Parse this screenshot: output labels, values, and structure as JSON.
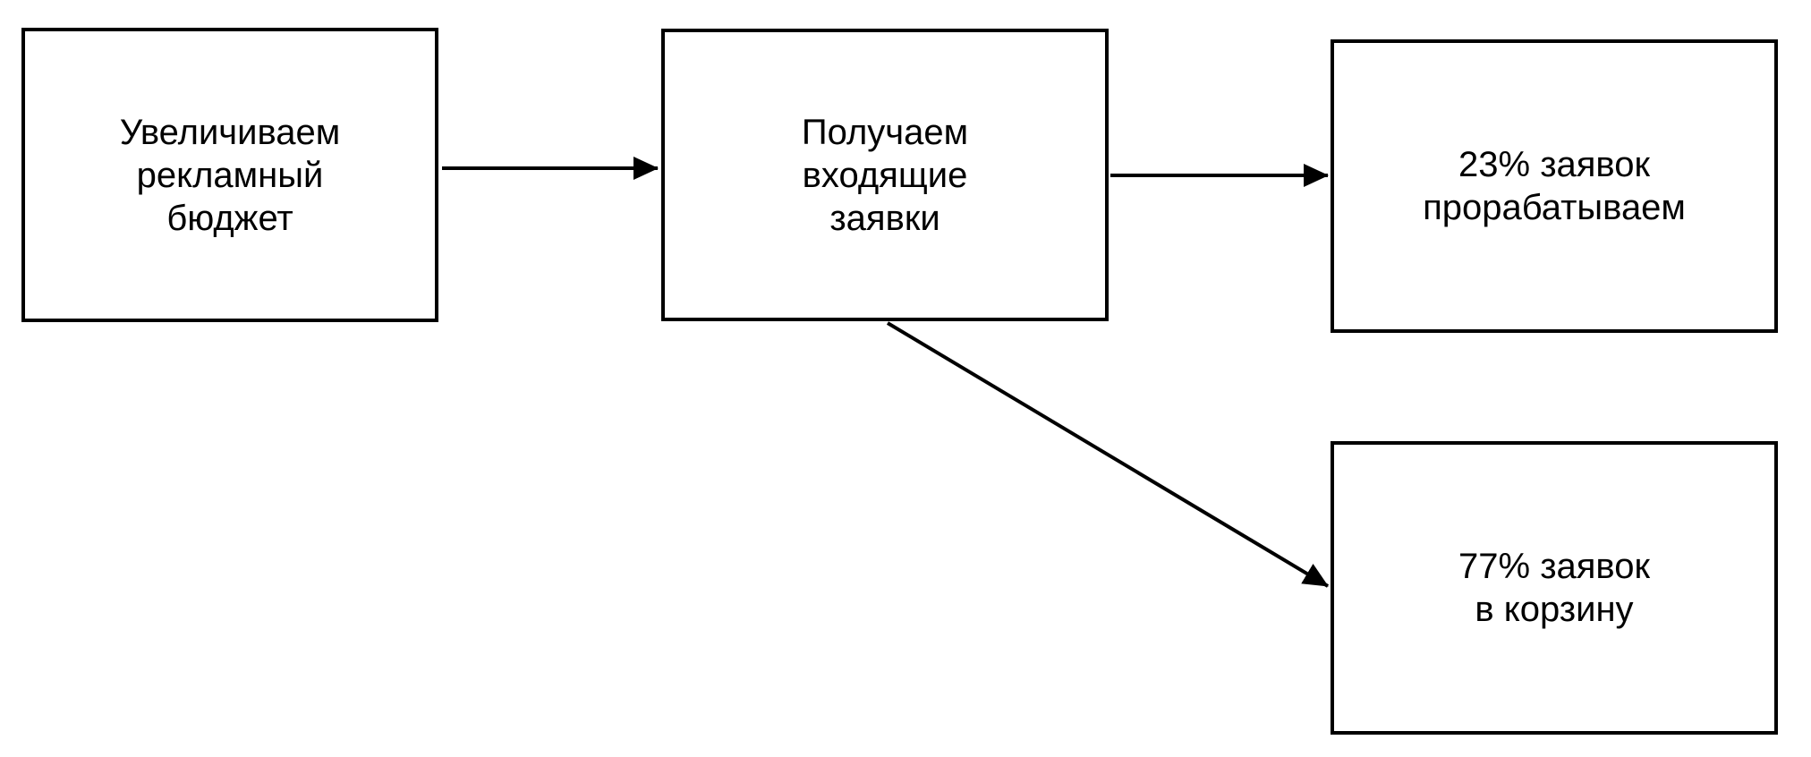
{
  "diagram": {
    "type": "flowchart",
    "background": "#ffffff",
    "colors": {
      "box_border": "#000000",
      "box_fill": "#ffffff",
      "text": "#000000",
      "arrow": "#000000"
    },
    "nodes": [
      {
        "id": "increase-ad-budget",
        "label": "Увеличиваем рекламный бюджет",
        "lines": [
          "Увеличиваем",
          "рекламный",
          "бюджет"
        ]
      },
      {
        "id": "receive-incoming-leads",
        "label": "Получаем входящие заявки",
        "lines": [
          "Получаем",
          "входящие",
          "заявки"
        ]
      },
      {
        "id": "leads-processed",
        "label": "23% заявок прорабатываем",
        "lines": [
          "23% заявок",
          "прорабатываем"
        ]
      },
      {
        "id": "leads-trashed",
        "label": "77% заявок в корзину",
        "lines": [
          "77% заявок",
          "в корзину"
        ]
      }
    ],
    "edges": [
      {
        "from": "increase-ad-budget",
        "to": "receive-incoming-leads"
      },
      {
        "from": "receive-incoming-leads",
        "to": "leads-processed"
      },
      {
        "from": "receive-incoming-leads",
        "to": "leads-trashed"
      }
    ]
  }
}
